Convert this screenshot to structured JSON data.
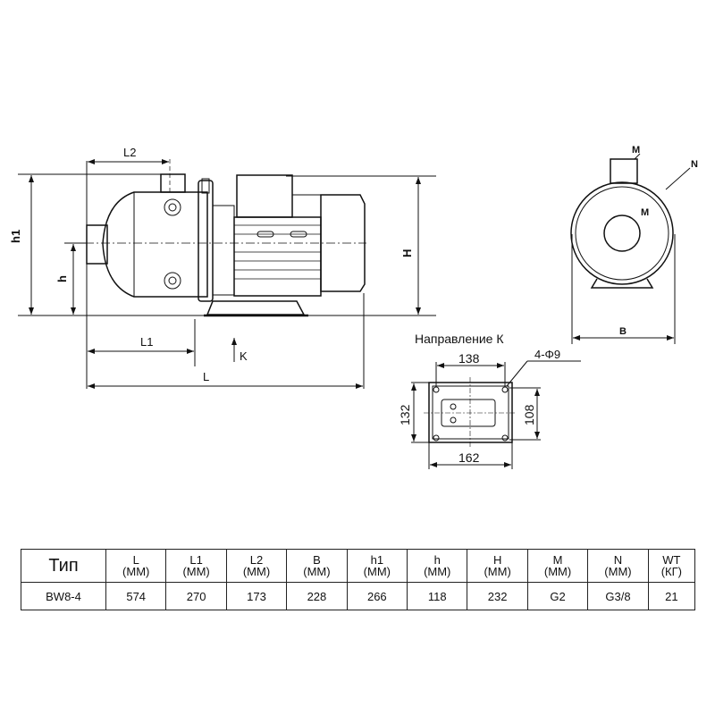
{
  "drawing": {
    "side_view": {
      "L2": "L2",
      "h1": "h1",
      "h": "h",
      "L1": "L1",
      "K": "K",
      "L": "L",
      "H": "H"
    },
    "end_view": {
      "M_top": "M",
      "M_center": "M",
      "N": "N",
      "B": "B"
    },
    "base_view": {
      "title": "Направление К",
      "holes": "4-Φ9",
      "dim_top": "138",
      "dim_left": "132",
      "dim_right": "108",
      "dim_bottom": "162"
    }
  },
  "table": {
    "type_header": "Тип",
    "columns": [
      {
        "name": "L",
        "unit": "(MM)"
      },
      {
        "name": "L1",
        "unit": "(MM)"
      },
      {
        "name": "L2",
        "unit": "(MM)"
      },
      {
        "name": "B",
        "unit": "(MM)"
      },
      {
        "name": "h1",
        "unit": "(MM)"
      },
      {
        "name": "h",
        "unit": "(MM)"
      },
      {
        "name": "H",
        "unit": "(MM)"
      },
      {
        "name": "M",
        "unit": "(MM)"
      },
      {
        "name": "N",
        "unit": "(MM)"
      },
      {
        "name": "WT",
        "unit": "(КГ)"
      }
    ],
    "rows": [
      {
        "type": "BW8-4",
        "values": [
          "574",
          "270",
          "173",
          "228",
          "266",
          "118",
          "232",
          "G2",
          "G3/8",
          "21"
        ]
      }
    ]
  }
}
